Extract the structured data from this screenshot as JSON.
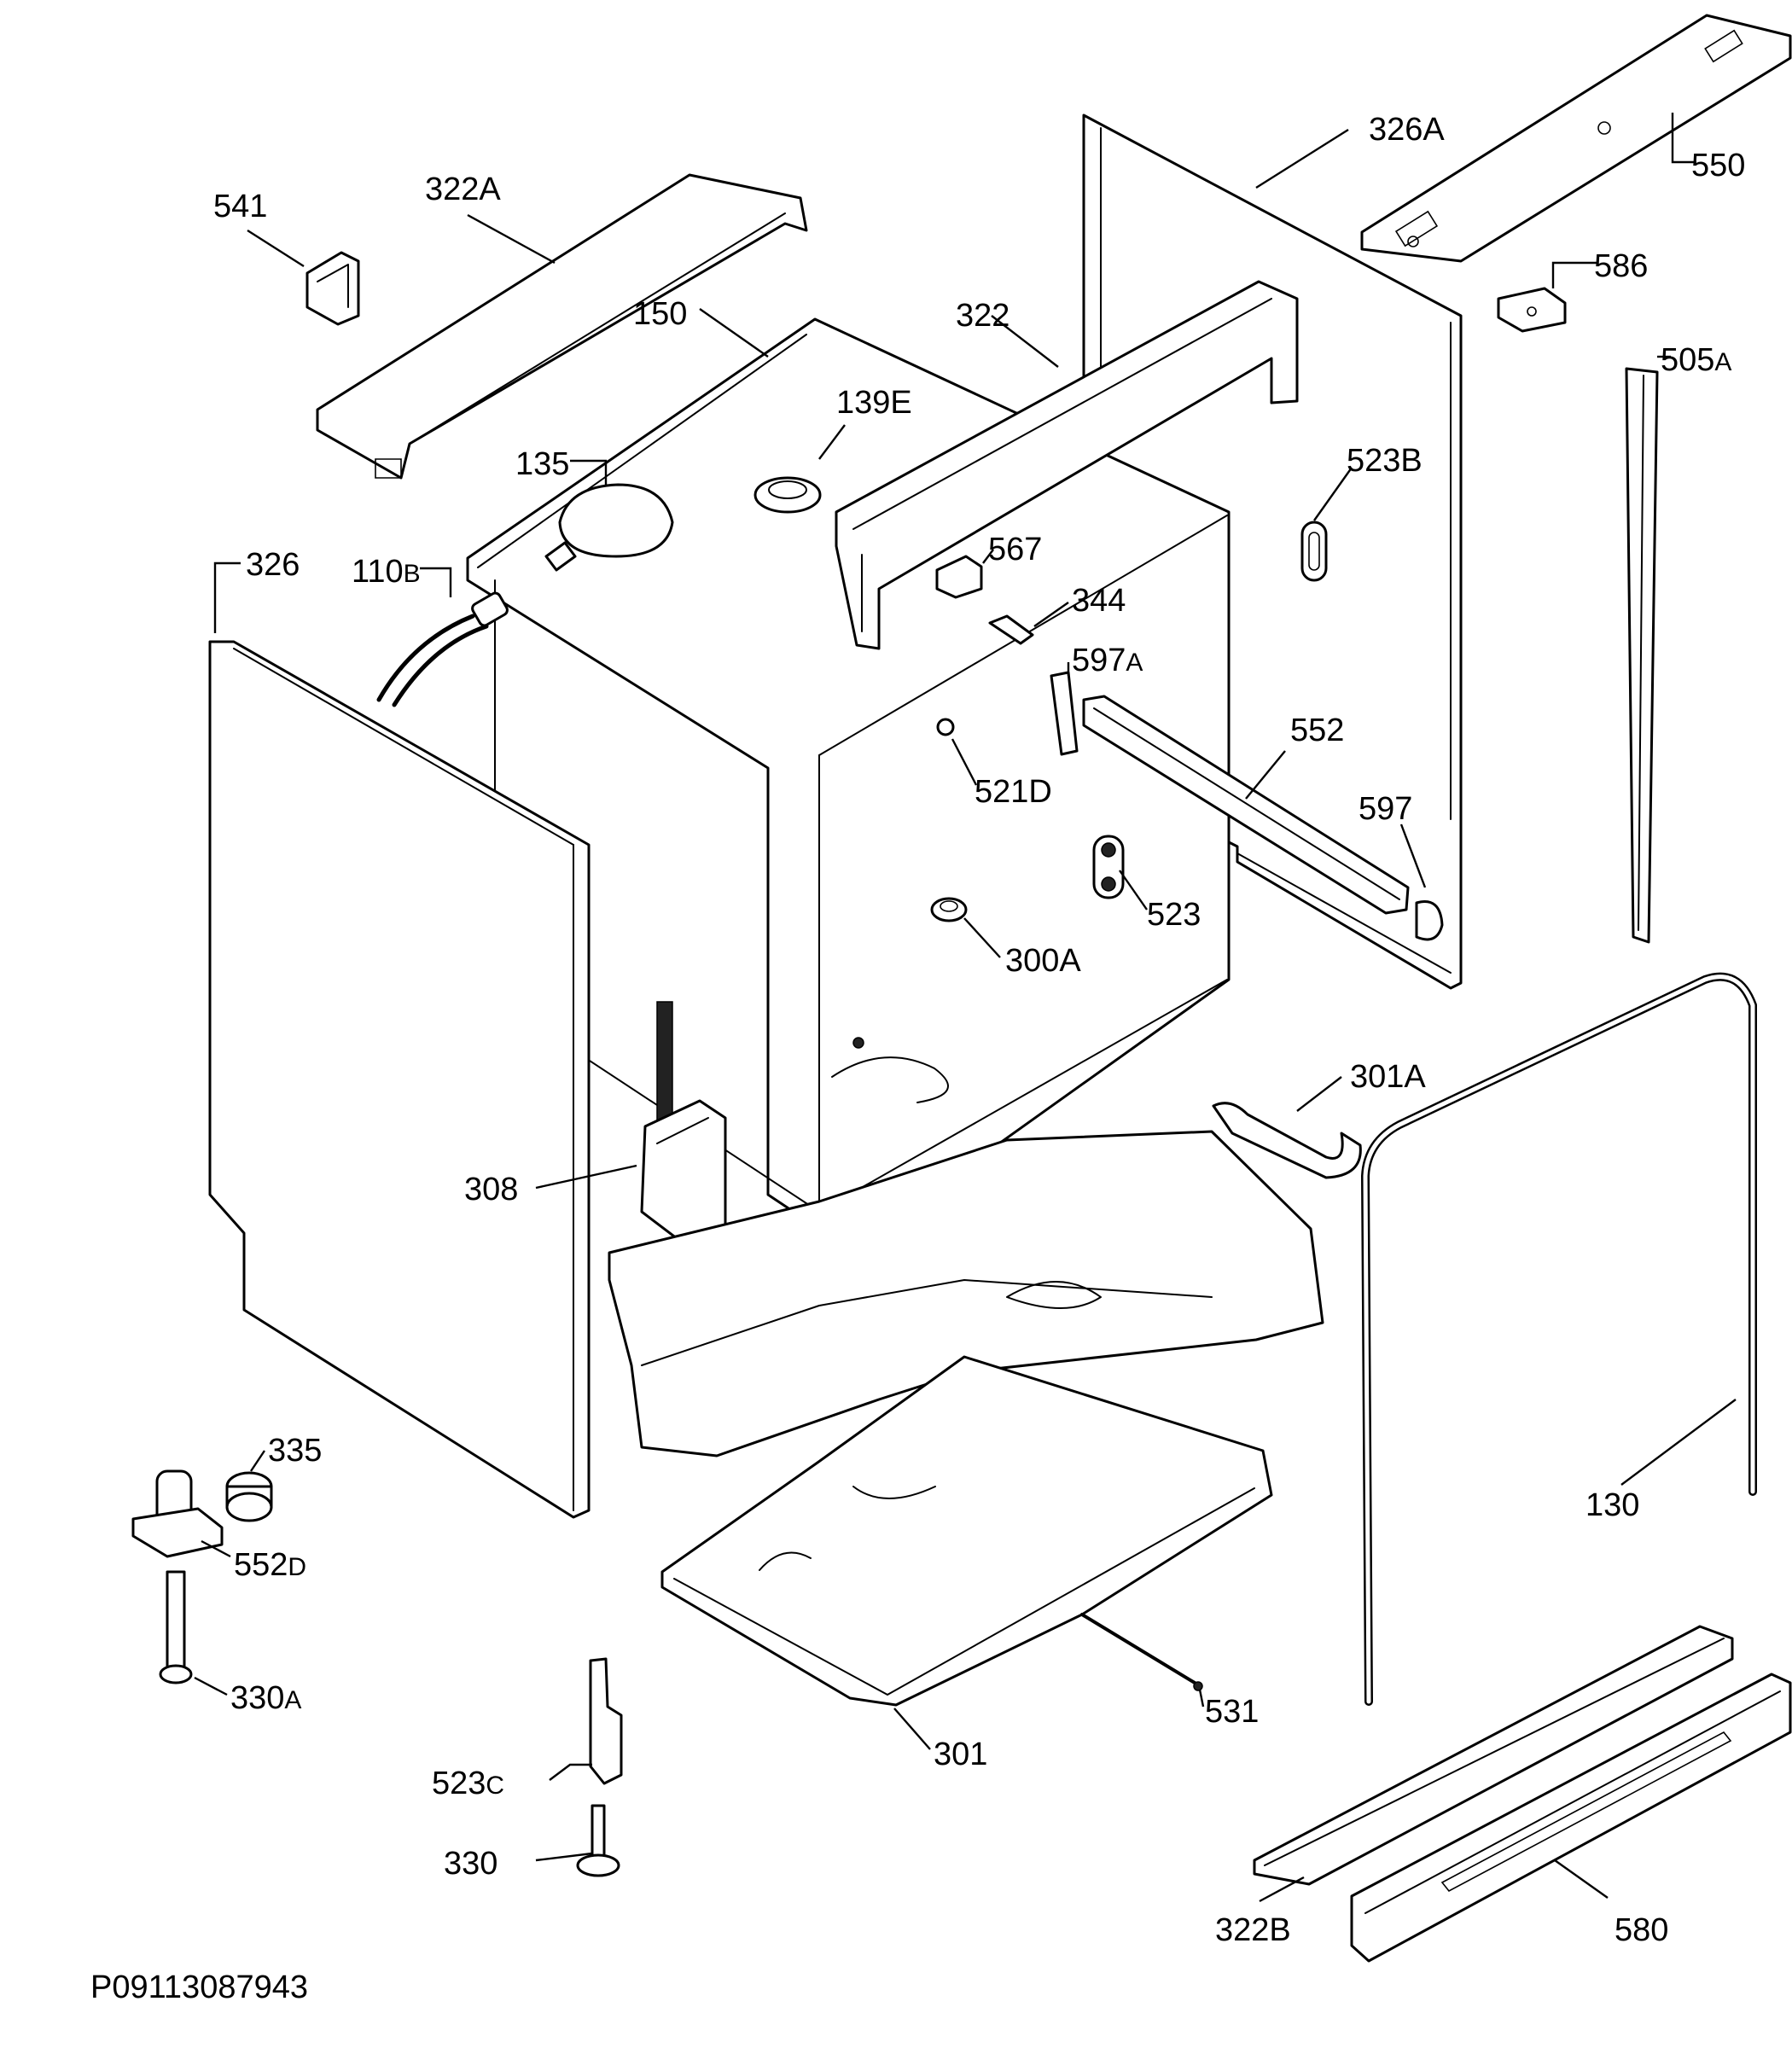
{
  "document_id": "P09113087943",
  "callouts": [
    {
      "id": "541",
      "num": "541",
      "suffix": ""
    },
    {
      "id": "322A",
      "num": "322A",
      "suffix": ""
    },
    {
      "id": "150",
      "num": "150",
      "suffix": ""
    },
    {
      "id": "322",
      "num": "322",
      "suffix": ""
    },
    {
      "id": "326A",
      "num": "326A",
      "suffix": ""
    },
    {
      "id": "550",
      "num": "550",
      "suffix": ""
    },
    {
      "id": "586",
      "num": "586",
      "suffix": ""
    },
    {
      "id": "505A",
      "num": "505",
      "suffix": "A"
    },
    {
      "id": "139E",
      "num": "139E",
      "suffix": ""
    },
    {
      "id": "135",
      "num": "135",
      "suffix": ""
    },
    {
      "id": "523B",
      "num": "523B",
      "suffix": ""
    },
    {
      "id": "326",
      "num": "326",
      "suffix": ""
    },
    {
      "id": "110B",
      "num": "110",
      "suffix": "B"
    },
    {
      "id": "567",
      "num": "567",
      "suffix": ""
    },
    {
      "id": "344",
      "num": "344",
      "suffix": ""
    },
    {
      "id": "597A",
      "num": "597",
      "suffix": "A"
    },
    {
      "id": "552",
      "num": "552",
      "suffix": ""
    },
    {
      "id": "521D",
      "num": "521D",
      "suffix": ""
    },
    {
      "id": "597",
      "num": "597",
      "suffix": ""
    },
    {
      "id": "523",
      "num": "523",
      "suffix": ""
    },
    {
      "id": "300A",
      "num": "300A",
      "suffix": ""
    },
    {
      "id": "301A",
      "num": "301A",
      "suffix": ""
    },
    {
      "id": "308",
      "num": "308",
      "suffix": ""
    },
    {
      "id": "335",
      "num": "335",
      "suffix": ""
    },
    {
      "id": "130",
      "num": "130",
      "suffix": ""
    },
    {
      "id": "552D",
      "num": "552",
      "suffix": "D"
    },
    {
      "id": "330A",
      "num": "330",
      "suffix": "A"
    },
    {
      "id": "531",
      "num": "531",
      "suffix": ""
    },
    {
      "id": "301",
      "num": "301",
      "suffix": ""
    },
    {
      "id": "523C",
      "num": "523",
      "suffix": "C"
    },
    {
      "id": "330",
      "num": "330",
      "suffix": ""
    },
    {
      "id": "322B",
      "num": "322B",
      "suffix": ""
    },
    {
      "id": "580",
      "num": "580",
      "suffix": ""
    }
  ]
}
